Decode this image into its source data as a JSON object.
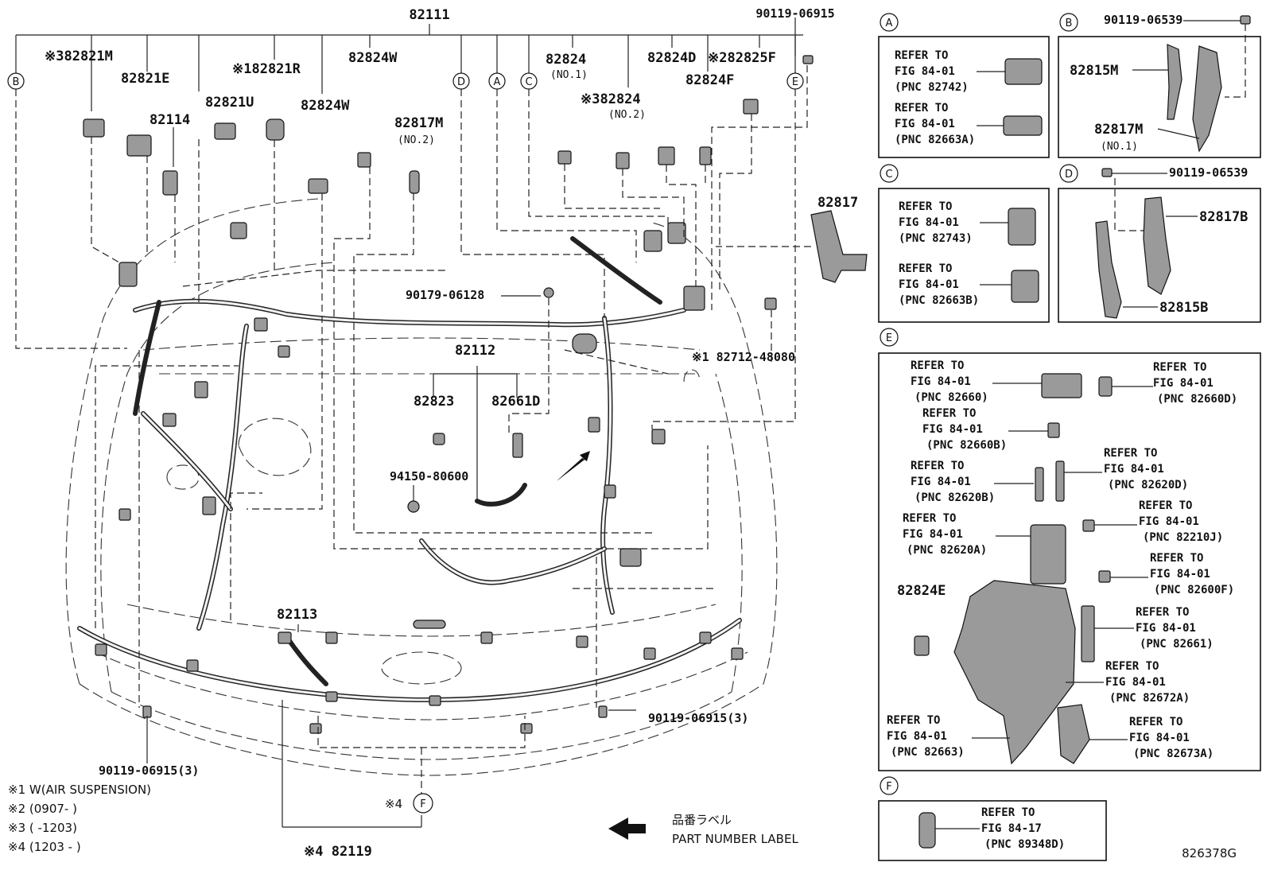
{
  "main_numbers": {
    "harness_82111": "82111",
    "n90119_06915_top": "90119-06915",
    "n82821M": "※382821M",
    "n82821E": "82821E",
    "n82821R": "※182821R",
    "n82824W_a": "82824W",
    "n82824_no1": "82824",
    "no1": "(NO.1)",
    "n82824D": "82824D",
    "n82825F": "※282825F",
    "n82114": "82114",
    "n82821U": "82821U",
    "n82824W_b": "82824W",
    "n82817M_no2": "82817M",
    "no2_a": "(NO.2)",
    "n82824_no2": "※382824",
    "no2_b": "(NO.2)",
    "n82824F": "82824F",
    "n82817": "82817",
    "n90179": "90179-06128",
    "n82112": "82112",
    "n82823": "82823",
    "n82661D": "82661D",
    "n94150": "94150-80600",
    "n82712": "※1 82712-48080",
    "n82113": "82113",
    "n90119_06915_3_right": "90119-06915(3)",
    "n90119_06915_3_left": "90119-06915(3)",
    "n82119": "※4 82119",
    "f_note": "※4"
  },
  "circle_labels": [
    "A",
    "B",
    "C",
    "D",
    "E",
    "F"
  ],
  "notes": {
    "n1": "※1 W(AIR SUSPENSION)",
    "n2": "※2 (0907-      )",
    "n3": "※3 (      -1203)",
    "n4": "※4 (1203 -      )"
  },
  "label_legend": {
    "jp": "品番ラベル",
    "en": "PART NUMBER LABEL"
  },
  "diagram_code": "826378G",
  "panel_A": {
    "ref1": [
      "REFER TO",
      "FIG 84-01",
      "(PNC 82742)"
    ],
    "ref2": [
      "REFER TO",
      "FIG 84-01",
      "(PNC 82663A)"
    ]
  },
  "panel_B": {
    "bolt": "90119-06539",
    "p1": "82815M",
    "p2": "82817M",
    "p2_sub": "(NO.1)"
  },
  "panel_C": {
    "ref1": [
      "REFER TO",
      "FIG 84-01",
      "(PNC 82743)"
    ],
    "ref2": [
      "REFER TO",
      "FIG 84-01",
      "(PNC 82663B)"
    ]
  },
  "panel_D": {
    "bolt": "90119-06539",
    "p1": "82817B",
    "p2": "82815B"
  },
  "panel_E": {
    "part": "82824E",
    "refs": [
      [
        "REFER TO",
        "FIG 84-01",
        "(PNC 82660)"
      ],
      [
        "REFER TO",
        "FIG 84-01",
        "(PNC 82660D)"
      ],
      [
        "REFER TO",
        "FIG 84-01",
        "(PNC 82660B)"
      ],
      [
        "REFER TO",
        "FIG 84-01",
        "(PNC 82620D)"
      ],
      [
        "REFER TO",
        "FIG 84-01",
        "(PNC 82620B)"
      ],
      [
        "REFER TO",
        "FIG 84-01",
        "(PNC 82210J)"
      ],
      [
        "REFER TO",
        "FIG 84-01",
        "(PNC 82620A)"
      ],
      [
        "REFER TO",
        "FIG 84-01",
        "(PNC 82600F)"
      ],
      [
        "REFER TO",
        "FIG 84-01",
        "(PNC 82661)"
      ],
      [
        "REFER TO",
        "FIG 84-01",
        "(PNC 82672A)"
      ],
      [
        "REFER TO",
        "FIG 84-01",
        "(PNC 82663)"
      ],
      [
        "REFER TO",
        "FIG 84-01",
        "(PNC 82673A)"
      ]
    ]
  },
  "panel_F": {
    "ref": [
      "REFER TO",
      "FIG 84-17",
      "(PNC 89348D)"
    ]
  }
}
